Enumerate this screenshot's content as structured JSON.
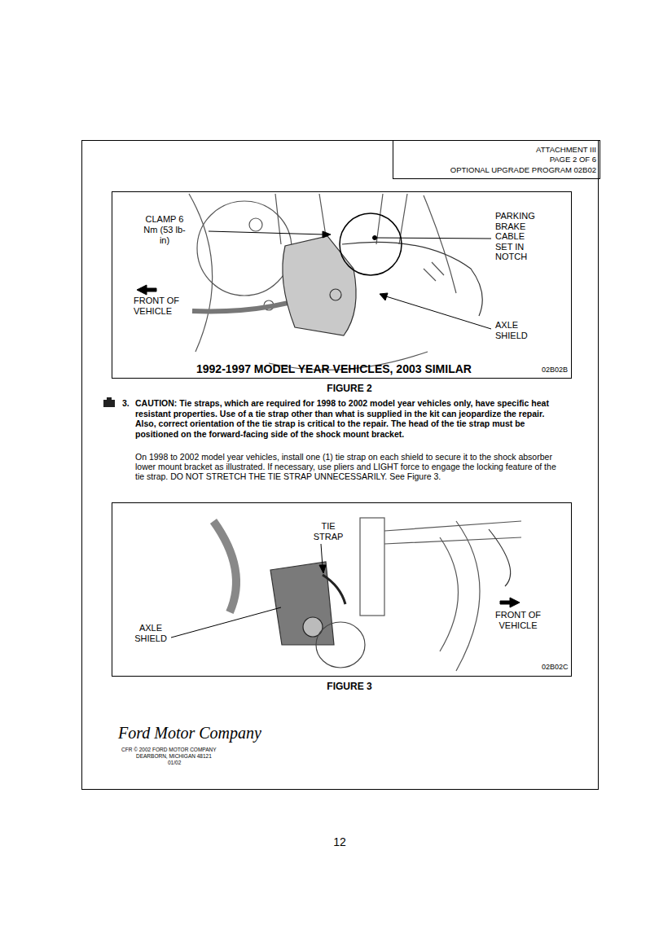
{
  "diagram": {
    "nodes": [
      {
        "text": [
          "FIGURE 2",
          "3.",
          "CAUTION: Tie straps, which are required for 1998 to 2002 model year vehicles only, have specific heat resistant properties. Use of a tie strap other than what is supplied in the kit can jeopardize the repair. Also, correct orientation of the tie strap is critical to the repair. The head of the tie strap must be positioned on the forward-facing side of the shock mount bracket.",
          "On 1998 to 2002 model year vehicles, install one (1) tie strap on each shield to secure it to the shock absorber lower mount bracket as illustrated. If necessary, use pliers and LIGHT force to engage the locking feature of the tie strap. DO NOT STRETCH THE TIE STRAP UNNECESSARILY. See Figure 3.",
          "FIGURE 3",
          "Ford Motor Company",
          "CFR © 2002 FORD MOTOR COMPANY",
          "DEARBORN, MICHIGAN 48121",
          "01/02"
        ]
      },
      {
        "text": [
          "ATTACHMENT III",
          "PAGE 2 OF 6",
          "OPTIONAL UPGRADE PROGRAM 02B02"
        ],
        "in": 0
      },
      {
        "text": [
          "CLAMP 6 Nm (53 lb-in)",
          "FRONT OF VEHICLE",
          "PARKING BRAKE CABLE SET IN NOTCH",
          "AXLE SHIELD",
          "1992-1997 MODEL YEAR VEHICLES, 2003 SIMILAR",
          "02B02B"
        ],
        "in": 0
      },
      {
        "text": [
          "TIE STRAP",
          "FRONT OF VEHICLE",
          "AXLE SHIELD",
          "02B02C"
        ],
        "in": 0
      }
    ],
    "labels": [
      "12"
    ]
  }
}
